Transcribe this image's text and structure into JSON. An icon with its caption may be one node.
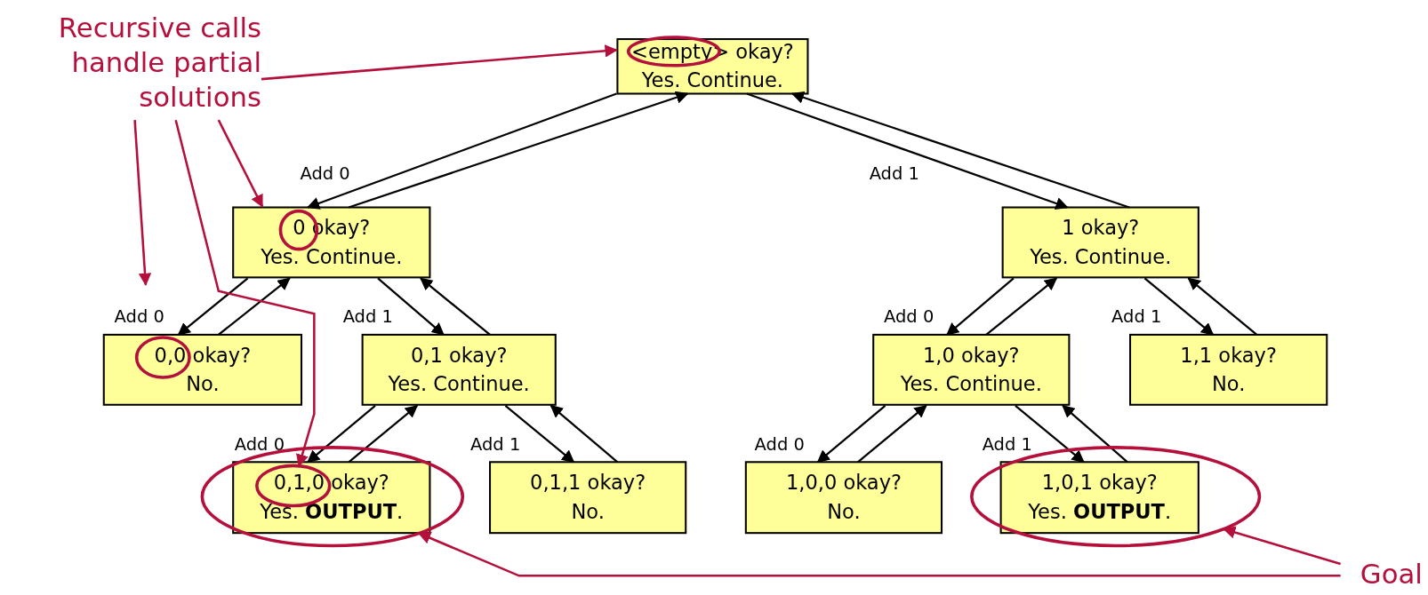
{
  "diagram": {
    "nodes": [
      {
        "text": [
          "<empty> okay?",
          "Yes. Continue."
        ]
      },
      {
        "text": [
          "0 okay?",
          "Yes. Continue."
        ]
      },
      {
        "text": [
          "1 okay?",
          "Yes. Continue."
        ]
      },
      {
        "text": [
          "0,0 okay?",
          "No."
        ]
      },
      {
        "text": [
          "0,1 okay?",
          "Yes. Continue."
        ]
      },
      {
        "text": [
          "1,0 okay?",
          "Yes. Continue."
        ]
      },
      {
        "text": [
          "1,1 okay?",
          "No."
        ]
      },
      {
        "text": [
          "0,1,0 okay?",
          "Yes. **OUTPUT**."
        ],
        "in": 16
      },
      {
        "text": [
          "0,1,1 okay?",
          "No."
        ]
      },
      {
        "text": [
          "1,0,0 okay?",
          "No."
        ]
      },
      {
        "text": [
          "1,0,1 okay?",
          "Yes. **OUTPUT**."
        ],
        "in": 17
      },
      {
        "text": [
          "Recursive calls handle partial solutions"
        ]
      },
      {
        "text": [
          "Goal"
        ]
      },
      {
        "text": [],
        "shape": "ellipse",
        "in": 1
      },
      {
        "text": [],
        "shape": "ellipse",
        "in": 3
      },
      {
        "text": [],
        "shape": "ellipse",
        "in": 7
      },
      {
        "text": [],
        "shape": "ellipse"
      },
      {
        "text": [],
        "shape": "ellipse"
      }
    ],
    "edges": [
      {
        "from": 0,
        "to": 1,
        "arrow": "to",
        "label": "Add 0"
      },
      {
        "from": 1,
        "to": 0,
        "arrow": "to"
      },
      {
        "from": 0,
        "to": 2,
        "arrow": "to",
        "label": "Add 1"
      },
      {
        "from": 2,
        "to": 0,
        "arrow": "to"
      },
      {
        "from": 1,
        "to": 3,
        "arrow": "to",
        "label": "Add 0"
      },
      {
        "from": 3,
        "to": 1,
        "arrow": "to"
      },
      {
        "from": 1,
        "to": 4,
        "arrow": "to",
        "label": "Add 1"
      },
      {
        "from": 4,
        "to": 1,
        "arrow": "to"
      },
      {
        "from": 2,
        "to": 5,
        "arrow": "to",
        "label": "Add 0"
      },
      {
        "from": 5,
        "to": 2,
        "arrow": "to"
      },
      {
        "from": 2,
        "to": 6,
        "arrow": "to",
        "label": "Add 1"
      },
      {
        "from": 6,
        "to": 2,
        "arrow": "to"
      },
      {
        "from": 4,
        "to": 7,
        "arrow": "to",
        "label": "Add 0"
      },
      {
        "from": 7,
        "to": 4,
        "arrow": "to"
      },
      {
        "from": 4,
        "to": 8,
        "arrow": "to",
        "label": "Add 1"
      },
      {
        "from": 8,
        "to": 4,
        "arrow": "to"
      },
      {
        "from": 5,
        "to": 9,
        "arrow": "to",
        "label": "Add 0"
      },
      {
        "from": 9,
        "to": 5,
        "arrow": "to"
      },
      {
        "from": 5,
        "to": 10,
        "arrow": "to",
        "label": "Add 1"
      },
      {
        "from": 10,
        "to": 5,
        "arrow": "to"
      },
      {
        "from": 11,
        "to": 0,
        "arrow": "to",
        "color": "#b5103c"
      },
      {
        "from": 11,
        "to": 1,
        "arrow": "to",
        "color": "#b5103c"
      },
      {
        "from": 11,
        "to": null,
        "arrow": "to",
        "color": "#b5103c"
      },
      {
        "from": 11,
        "to": 15,
        "arrow": "to",
        "color": "#b5103c"
      },
      {
        "from": 12,
        "to": 17,
        "arrow": "to",
        "color": "#b5103c"
      },
      {
        "from": 12,
        "to": 16,
        "arrow": "to",
        "color": "#b5103c"
      }
    ]
  }
}
